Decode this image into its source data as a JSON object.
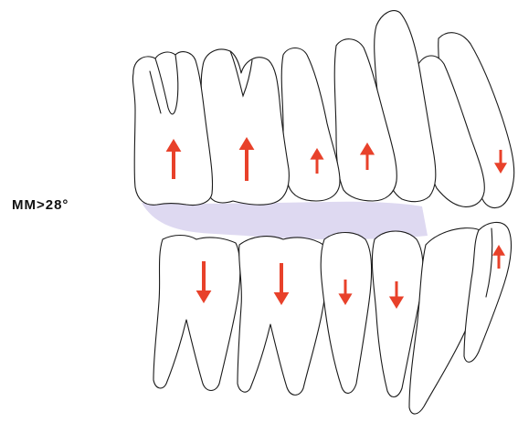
{
  "label": "MM>28°",
  "colors": {
    "outline": "#1a1a1a",
    "arrow": "#e8412a",
    "occlusal_band": "#d8d2ee"
  },
  "arrows": [
    {
      "tooth": "upper-molar-1",
      "direction": "up"
    },
    {
      "tooth": "upper-molar-2",
      "direction": "up"
    },
    {
      "tooth": "upper-premolar-1",
      "direction": "up"
    },
    {
      "tooth": "upper-premolar-2",
      "direction": "up"
    },
    {
      "tooth": "upper-canine",
      "direction": "down"
    },
    {
      "tooth": "lower-molar-1",
      "direction": "down"
    },
    {
      "tooth": "lower-molar-2",
      "direction": "down"
    },
    {
      "tooth": "lower-premolar-1",
      "direction": "down"
    },
    {
      "tooth": "lower-premolar-2",
      "direction": "down"
    },
    {
      "tooth": "lower-canine",
      "direction": "up"
    }
  ]
}
